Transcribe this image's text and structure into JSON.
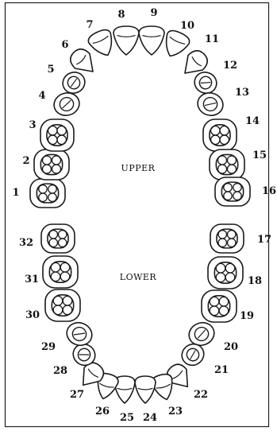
{
  "diagram": {
    "arch_labels": {
      "upper": "UPPER",
      "lower": "LOWER"
    },
    "teeth": [
      {
        "number": "1",
        "type": "molar"
      },
      {
        "number": "2",
        "type": "molar"
      },
      {
        "number": "3",
        "type": "molar"
      },
      {
        "number": "4",
        "type": "premolar"
      },
      {
        "number": "5",
        "type": "premolar"
      },
      {
        "number": "6",
        "type": "canine"
      },
      {
        "number": "7",
        "type": "incisor"
      },
      {
        "number": "8",
        "type": "incisor"
      },
      {
        "number": "9",
        "type": "incisor"
      },
      {
        "number": "10",
        "type": "incisor"
      },
      {
        "number": "11",
        "type": "canine"
      },
      {
        "number": "12",
        "type": "premolar"
      },
      {
        "number": "13",
        "type": "premolar"
      },
      {
        "number": "14",
        "type": "molar"
      },
      {
        "number": "15",
        "type": "molar"
      },
      {
        "number": "16",
        "type": "molar"
      },
      {
        "number": "17",
        "type": "molar"
      },
      {
        "number": "18",
        "type": "molar"
      },
      {
        "number": "19",
        "type": "molar"
      },
      {
        "number": "20",
        "type": "premolar"
      },
      {
        "number": "21",
        "type": "premolar"
      },
      {
        "number": "22",
        "type": "canine"
      },
      {
        "number": "23",
        "type": "incisor"
      },
      {
        "number": "24",
        "type": "incisor"
      },
      {
        "number": "25",
        "type": "incisor"
      },
      {
        "number": "26",
        "type": "incisor"
      },
      {
        "number": "27",
        "type": "canine"
      },
      {
        "number": "28",
        "type": "premolar"
      },
      {
        "number": "29",
        "type": "premolar"
      },
      {
        "number": "30",
        "type": "molar"
      },
      {
        "number": "31",
        "type": "molar"
      },
      {
        "number": "32",
        "type": "molar"
      }
    ]
  }
}
